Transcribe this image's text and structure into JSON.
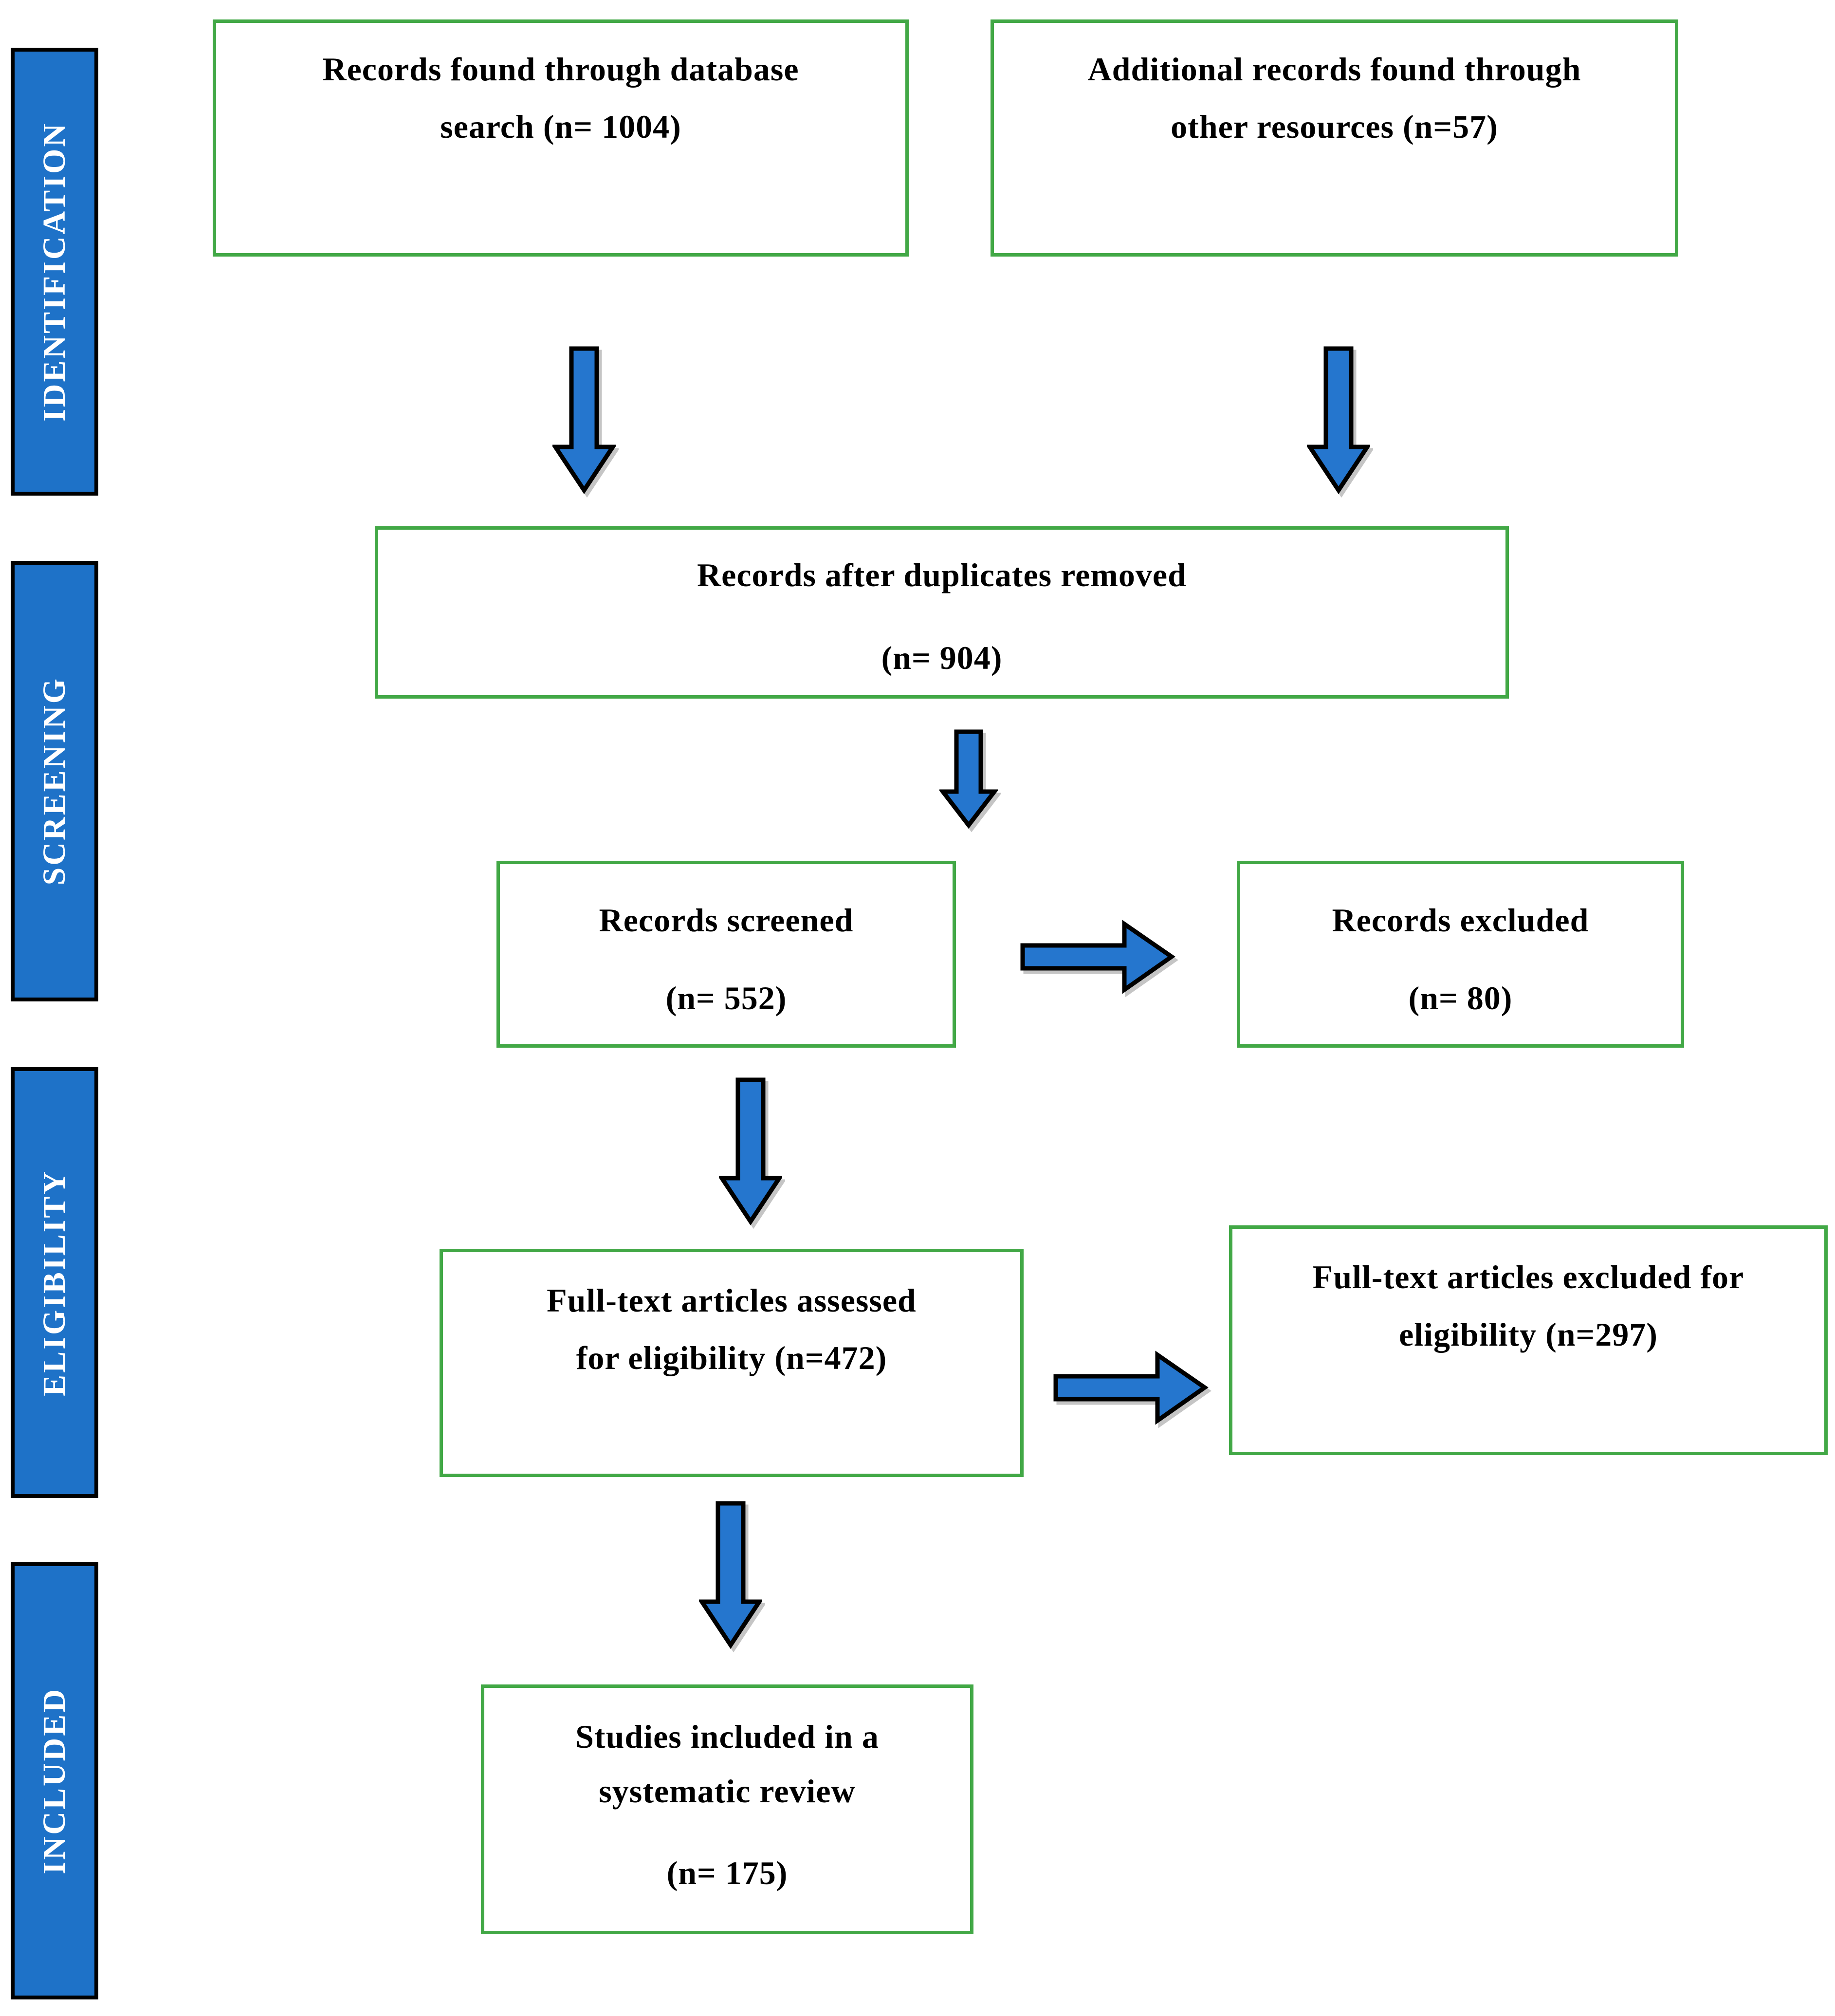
{
  "palette": {
    "stage_bar_blue": "#1E72C8",
    "arrow_blue": "#2576CE",
    "box_border_green": "#42A846",
    "bar_border_black": "#000000",
    "text_black": "#000000",
    "stage_text_white": "#ffffff"
  },
  "sidebar": {
    "stages": [
      {
        "label": "IDENTIFICATION"
      },
      {
        "label": "SCREENING"
      },
      {
        "label": "ELIGIBILITY"
      },
      {
        "label": "INCLUDED"
      }
    ]
  },
  "flow": {
    "boxes": [
      {
        "id": "records-found",
        "line1": "Records found through database",
        "line2": "search (n= 1004)"
      },
      {
        "id": "additional-records",
        "line1": "Additional records found through",
        "line2": "other resources (n=57)"
      },
      {
        "id": "duplicates-removed",
        "line1": "Records after duplicates removed",
        "line2": "(n= 904)"
      },
      {
        "id": "records-screened",
        "line1": "Records screened",
        "line2": "(n= 552)"
      },
      {
        "id": "records-excluded",
        "line1": "Records excluded",
        "line2": "(n= 80)"
      },
      {
        "id": "fulltext-assessed",
        "line1": "Full-text articles assessed",
        "line2": "for eligibility (n=472)"
      },
      {
        "id": "fulltext-excluded",
        "line1": "Full-text articles excluded for",
        "line2": "eligibility (n=297)"
      },
      {
        "id": "studies-included",
        "line1": "Studies included in a",
        "line2": "systematic review",
        "line3": "(n= 175)"
      }
    ]
  }
}
